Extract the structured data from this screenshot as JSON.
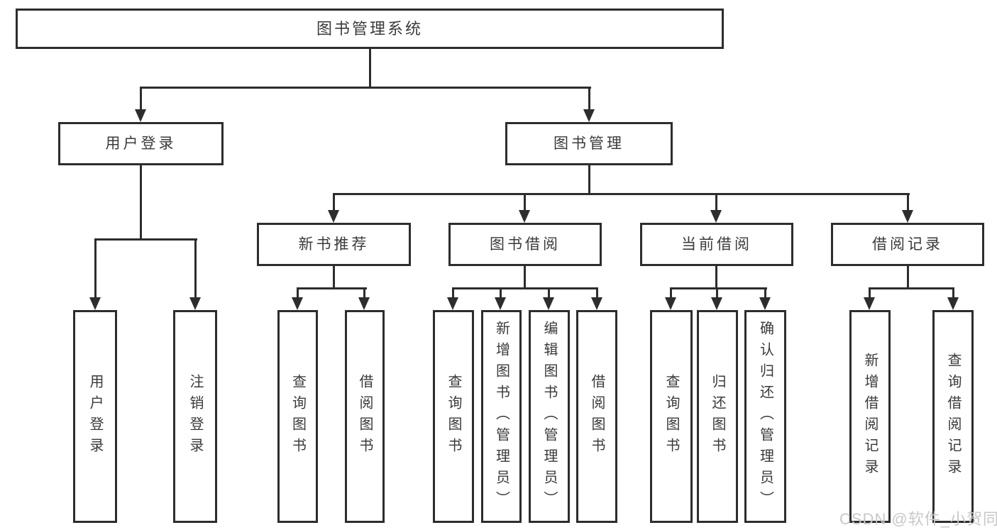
{
  "diagram": {
    "root": {
      "label": "图书管理系统"
    },
    "branches": [
      {
        "label": "用户登录",
        "children": [
          {
            "label": "用户登录"
          },
          {
            "label": "注销登录"
          }
        ]
      },
      {
        "label": "图书管理",
        "children": [
          {
            "label": "新书推荐",
            "children": [
              {
                "label": "查询图书"
              },
              {
                "label": "借阅图书"
              }
            ]
          },
          {
            "label": "图书借阅",
            "children": [
              {
                "label": "查询图书"
              },
              {
                "label": "新增图书（管理员）"
              },
              {
                "label": "编辑图书（管理员）"
              },
              {
                "label": "借阅图书"
              }
            ]
          },
          {
            "label": "当前借阅",
            "children": [
              {
                "label": "查询图书"
              },
              {
                "label": "归还图书"
              },
              {
                "label": "确认归还（管理员）"
              }
            ]
          },
          {
            "label": "借阅记录",
            "children": [
              {
                "label": "新增借阅记录"
              },
              {
                "label": "查询借阅记录"
              }
            ]
          }
        ]
      }
    ]
  },
  "watermark": {
    "text": "CSDN @软件_小贺同学"
  },
  "colors": {
    "line": "#2d2d2d",
    "text": "#3a3a3a",
    "background": "#ffffff",
    "watermark": "#c8c8c8"
  }
}
